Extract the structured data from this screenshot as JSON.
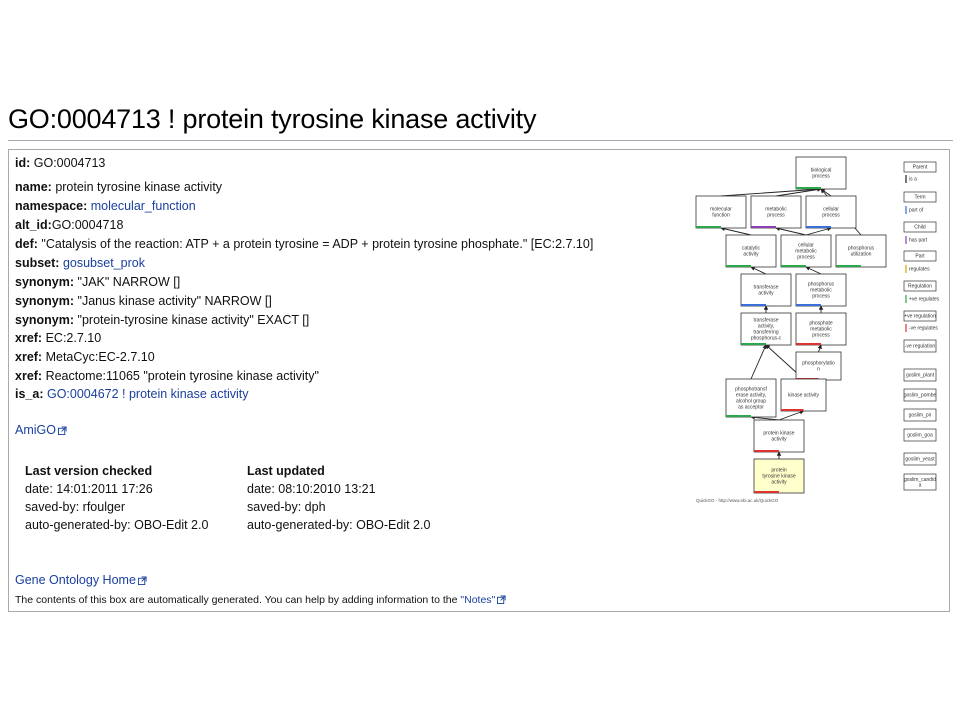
{
  "title": "GO:0004713 ! protein tyrosine kinase activity",
  "fields": {
    "id_label": "id:",
    "id_value": "GO:0004713",
    "name_label": "name:",
    "name_value": "protein tyrosine kinase activity",
    "namespace_label": "namespace:",
    "namespace_value": "molecular_function",
    "alt_id_label": "alt_id:",
    "alt_id_value": "GO:0004718",
    "def_label": "def:",
    "def_value": "\"Catalysis of the reaction: ATP + a protein tyrosine = ADP + protein tyrosine phosphate.\" [EC:2.7.10]",
    "subset_label": "subset:",
    "subset_value": "gosubset_prok",
    "synonym_label": "synonym:",
    "synonym1": "\"JAK\" NARROW []",
    "synonym2": "\"Janus kinase activity\" NARROW []",
    "synonym3": "\"protein-tyrosine kinase activity\" EXACT []",
    "xref_label": "xref:",
    "xref1": "EC:2.7.10",
    "xref2": "MetaCyc:EC-2.7.10",
    "xref3": "Reactome:11065 \"protein tyrosine kinase activity\"",
    "is_a_label": "is_a:",
    "is_a_value": "GO:0004672 ! protein kinase activity"
  },
  "amigo_link": "AmiGO",
  "versions": {
    "checked": {
      "heading": "Last version checked",
      "date": "date: 14:01:2011 17:26",
      "saved_by": "saved-by: rfoulger",
      "auto": "auto-generated-by: OBO-Edit 2.0"
    },
    "updated": {
      "heading": "Last updated",
      "date": "date: 08:10:2010 13:21",
      "saved_by": "saved-by: dph",
      "auto": "auto-generated-by: OBO-Edit 2.0"
    }
  },
  "footer": {
    "home_link": "Gene Ontology Home",
    "note": "The contents of this box are automatically generated. You can help by adding information to the",
    "notes_link": "\"Notes\""
  },
  "graph": {
    "nodes": {
      "biological_process": [
        "biological",
        "process"
      ],
      "molecular_function": [
        "molecular",
        "function"
      ],
      "metabolic_process": [
        "metabolic",
        "process"
      ],
      "cellular_process": [
        "cellular",
        "process"
      ],
      "catalytic_activity": [
        "catalytic",
        "activity"
      ],
      "cellular_metabolic_process": [
        "cellular",
        "metabolic",
        "process"
      ],
      "phosphorus_utilization": [
        "phosphorus",
        "utilization"
      ],
      "transferase_activity": [
        "transferase",
        "activity"
      ],
      "phosphorus_metabolic_process": [
        "phosphorus",
        "metabolic",
        "process"
      ],
      "transferase_phosphorus": [
        "transferase",
        "activity,",
        "transferring",
        "phosphorus-c"
      ],
      "phosphate_metabolic_process": [
        "phosphate",
        "metabolic",
        "process"
      ],
      "phosphorylation": [
        "phosphorylatio",
        "n"
      ],
      "phosphotransferase": [
        "phosphotransf",
        "erase activity,",
        "alcohol group",
        "as acceptor"
      ],
      "kinase_activity": [
        "kinase activity"
      ],
      "protein_kinase_activity": [
        "protein kinase",
        "activity"
      ],
      "protein_tyrosine_kinase": [
        "protein",
        "tyrosine kinase",
        "activity"
      ]
    },
    "caption": "QuickGO - http://www.ebi.ac.uk/QuickGO",
    "legend": {
      "parent": "Parent",
      "is_a": "is a",
      "term": "Term",
      "part_of": "part of",
      "child": "Child",
      "has_part": "has part",
      "part": "Part",
      "regulates": "regulates",
      "regulation": "Regulation",
      "pos_regulates": "+ve regulates",
      "pos_regulation": "+ve regulation",
      "neg_regulates": "-ve regulates",
      "neg_regulation": "-ve regulation",
      "goslim_plant": "goslim_plant",
      "goslim_pombe": "goslim_pombe",
      "goslim_pir": "goslim_pir",
      "goslim_goa": "goslim_goa",
      "goslim_yeast": "goslim_yeast",
      "goslim_candida": [
        "goslim_candid",
        "a"
      ]
    }
  },
  "colors": {
    "link": "#1a3f9e",
    "highlight_node": "#ffffcc",
    "border": "#aaaaaa"
  }
}
